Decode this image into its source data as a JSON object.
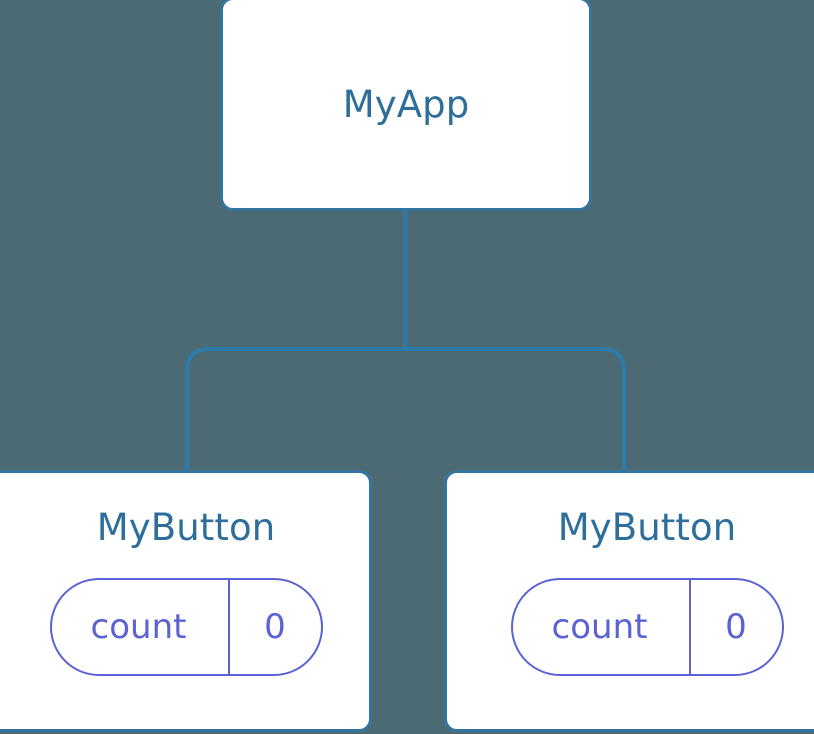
{
  "diagram": {
    "type": "component-tree",
    "background_color": "#4c6a73",
    "node_border_color": "#33759f",
    "node_text_color": "#2e6e9b",
    "pill_color": "#5b63d3",
    "edge_color": "#2e7aab",
    "root": {
      "name": "root-node",
      "title": "MyApp"
    },
    "children": [
      {
        "name": "left-child-node",
        "title": "MyButton",
        "state": {
          "key": "count",
          "value": "0"
        }
      },
      {
        "name": "right-child-node",
        "title": "MyButton",
        "state": {
          "key": "count",
          "value": "0"
        }
      }
    ]
  }
}
